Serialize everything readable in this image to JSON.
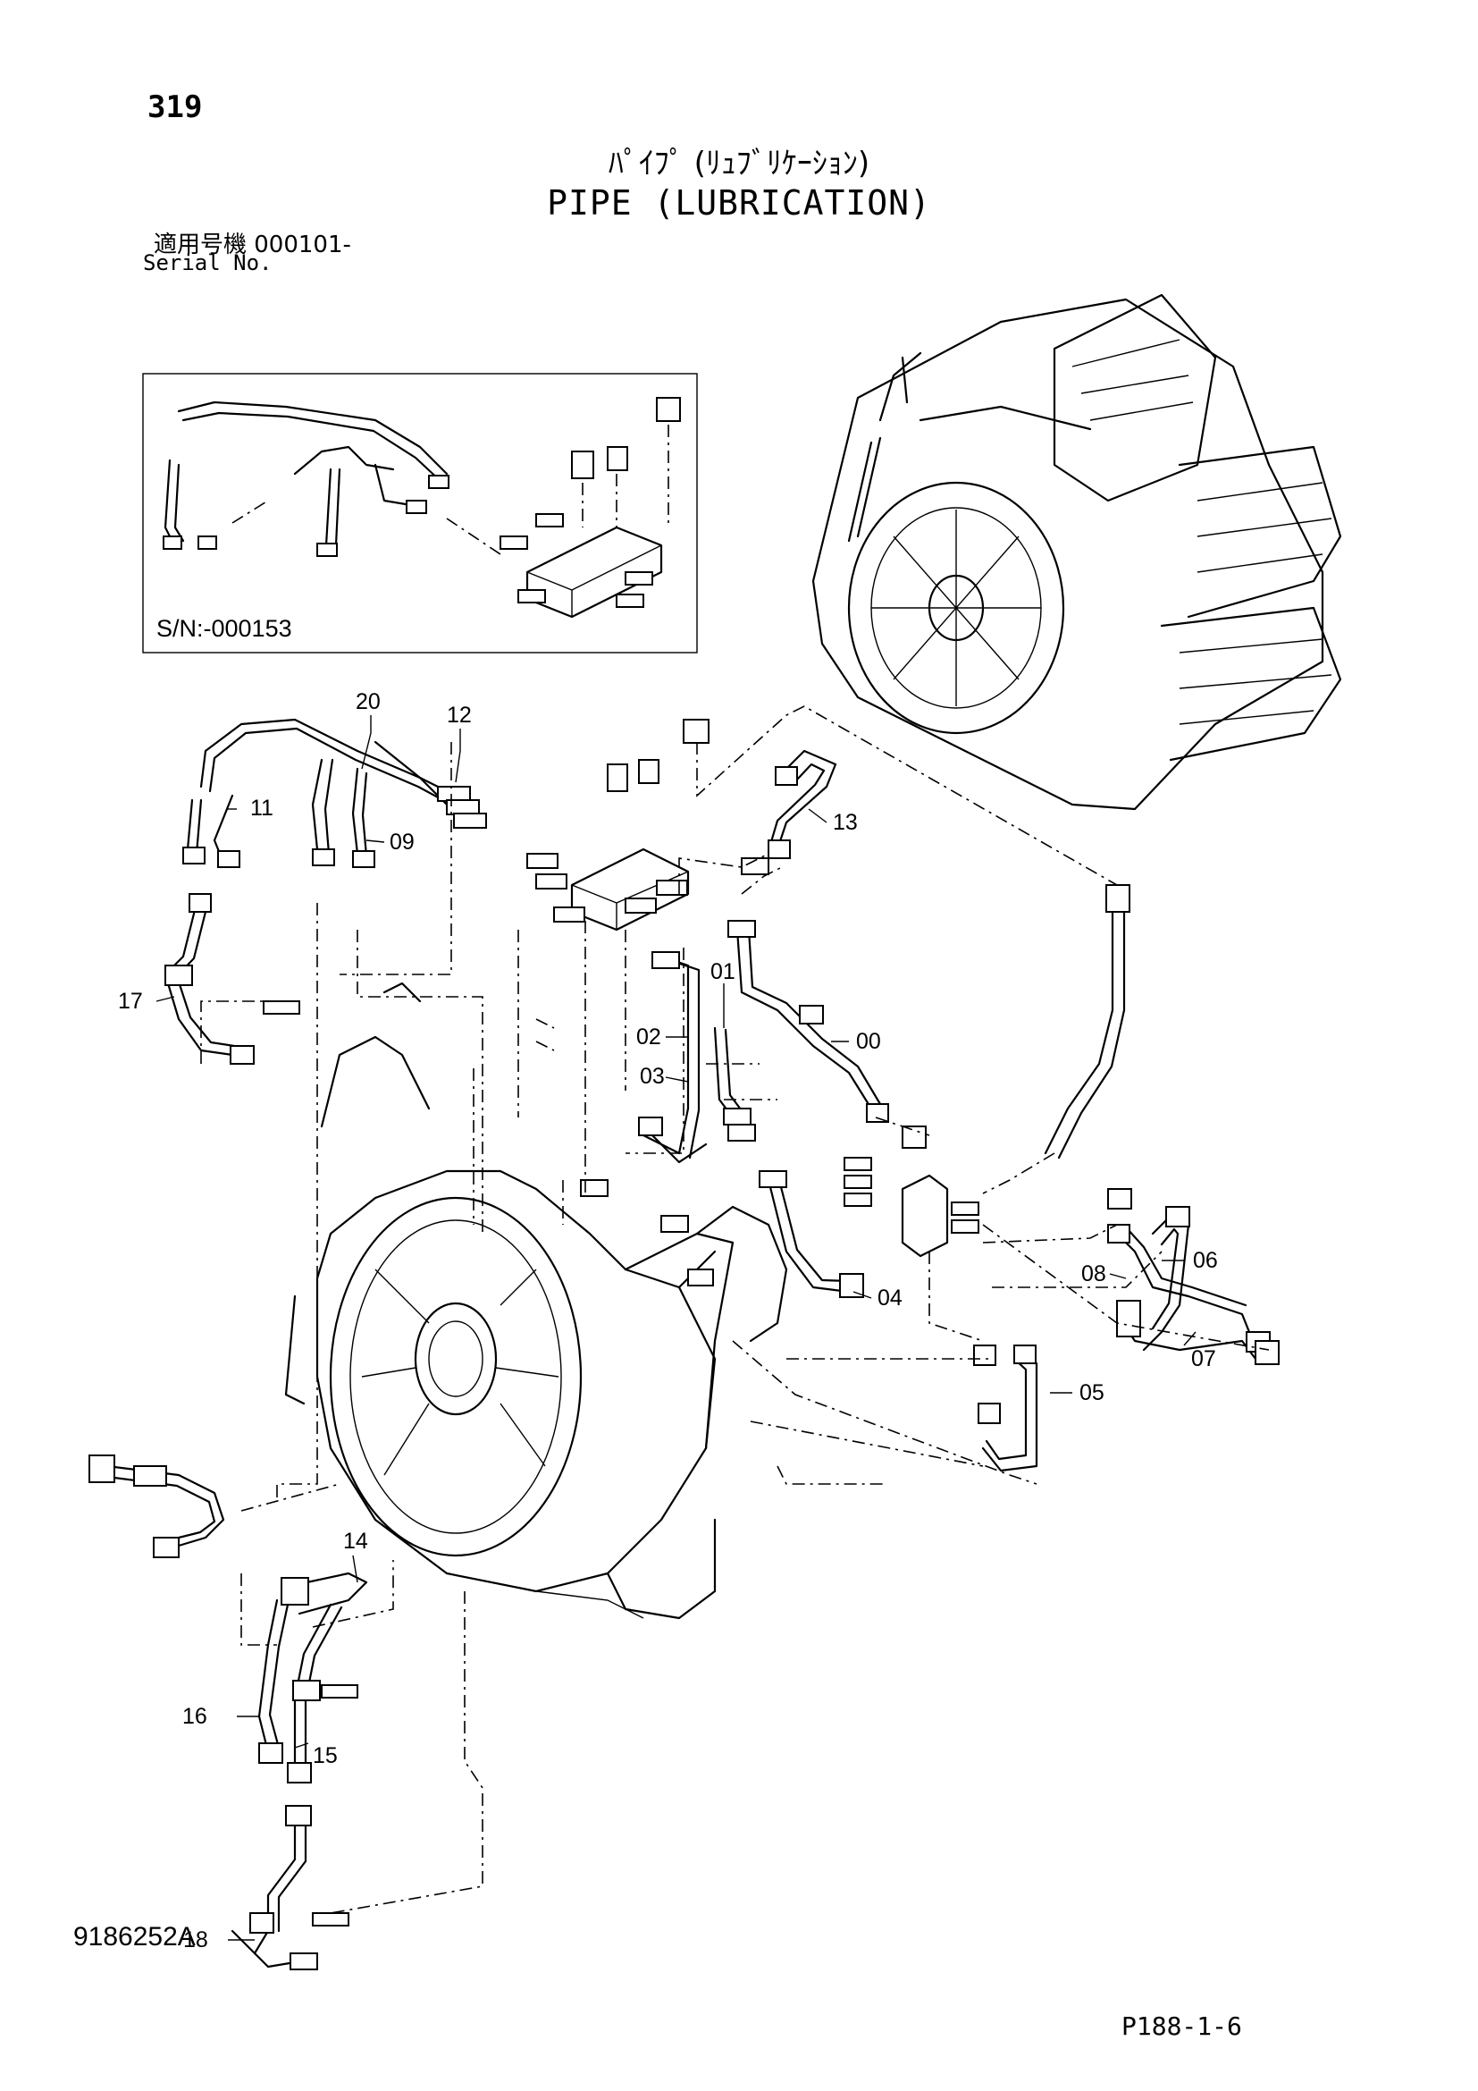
{
  "header": {
    "page_number": "319",
    "title_jp": "ﾊﾟｲﾌﾟ (ﾘｭﾌﾞﾘｹｰｼｮﾝ)",
    "title_en": "PIPE (LUBRICATION)",
    "serial_label_jp": "適用号機  000101-",
    "serial_label_en": "Serial No."
  },
  "inset": {
    "label": "S/N:-000153"
  },
  "callouts": [
    "20",
    "12",
    "11",
    "09",
    "13",
    "17",
    "01",
    "02",
    "03",
    "00",
    "06",
    "08",
    "04",
    "07",
    "05",
    "14",
    "16",
    "15",
    "18"
  ],
  "footer": {
    "doc_code": "9186252A",
    "page_ref": "P188-1-6"
  }
}
